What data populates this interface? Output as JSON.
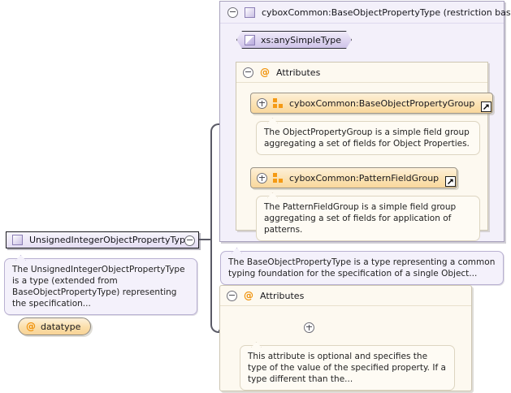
{
  "diagram": {
    "type": "xml-schema-diagram",
    "colors": {
      "base_panel_bg": "#f3f0fa",
      "base_panel_border": "#a9a2bd",
      "attribute_panel_bg": "#fdf9f0",
      "attribute_panel_border": "#cdc6b2",
      "attribute_accent": "#f0920a",
      "group_icon": "#f59a14",
      "node_fill": "#ece7f7",
      "connector": "#5a5a66",
      "doc_violet_bg": "#f4f1fb",
      "doc_amber_bg": "#fefbf4"
    }
  },
  "root_node": {
    "label": "UnsignedIntegerObjectPropertyType",
    "icon": "complex-type-icon",
    "toggle": "minus-circle-icon",
    "documentation": "The UnsignedIntegerObjectPropertyType is a type (extended from BaseObjectPropertyType) representing the specification..."
  },
  "base_type": {
    "toggle": "minus-circle-icon",
    "icon": "complex-type-icon",
    "title": "cyboxCommon:BaseObjectPropertyType (restriction base)",
    "simple_type": {
      "label": "xs:anySimpleType",
      "icon": "simple-type-icon"
    },
    "attributes_section": {
      "toggle": "minus-circle-icon",
      "icon": "at-icon",
      "title": "Attributes",
      "groups": [
        {
          "toggle": "plus-circle-icon",
          "icon": "attribute-group-icon",
          "label": "cyboxCommon:BaseObjectPropertyGroup",
          "external_link": "external-link-icon",
          "documentation": "The ObjectPropertyGroup is a simple field group aggregating a set of fields for Object Properties."
        },
        {
          "toggle": "plus-circle-icon",
          "icon": "attribute-group-icon",
          "label": "cyboxCommon:PatternFieldGroup",
          "external_link": "external-link-icon",
          "documentation": "The PatternFieldGroup is a simple field group aggregating a set of fields for application of patterns."
        }
      ]
    },
    "documentation": "The BaseObjectPropertyType is a type representing a common typing foundation for the specification of a single Object..."
  },
  "local_attributes": {
    "toggle": "minus-circle-icon",
    "icon": "at-icon",
    "title": "Attributes",
    "items": [
      {
        "icon": "at-icon",
        "label": "datatype",
        "expand": "plus-circle-icon",
        "documentation": "This attribute is optional and specifies the type of the value of the specified property. If a type different than the..."
      }
    ]
  }
}
